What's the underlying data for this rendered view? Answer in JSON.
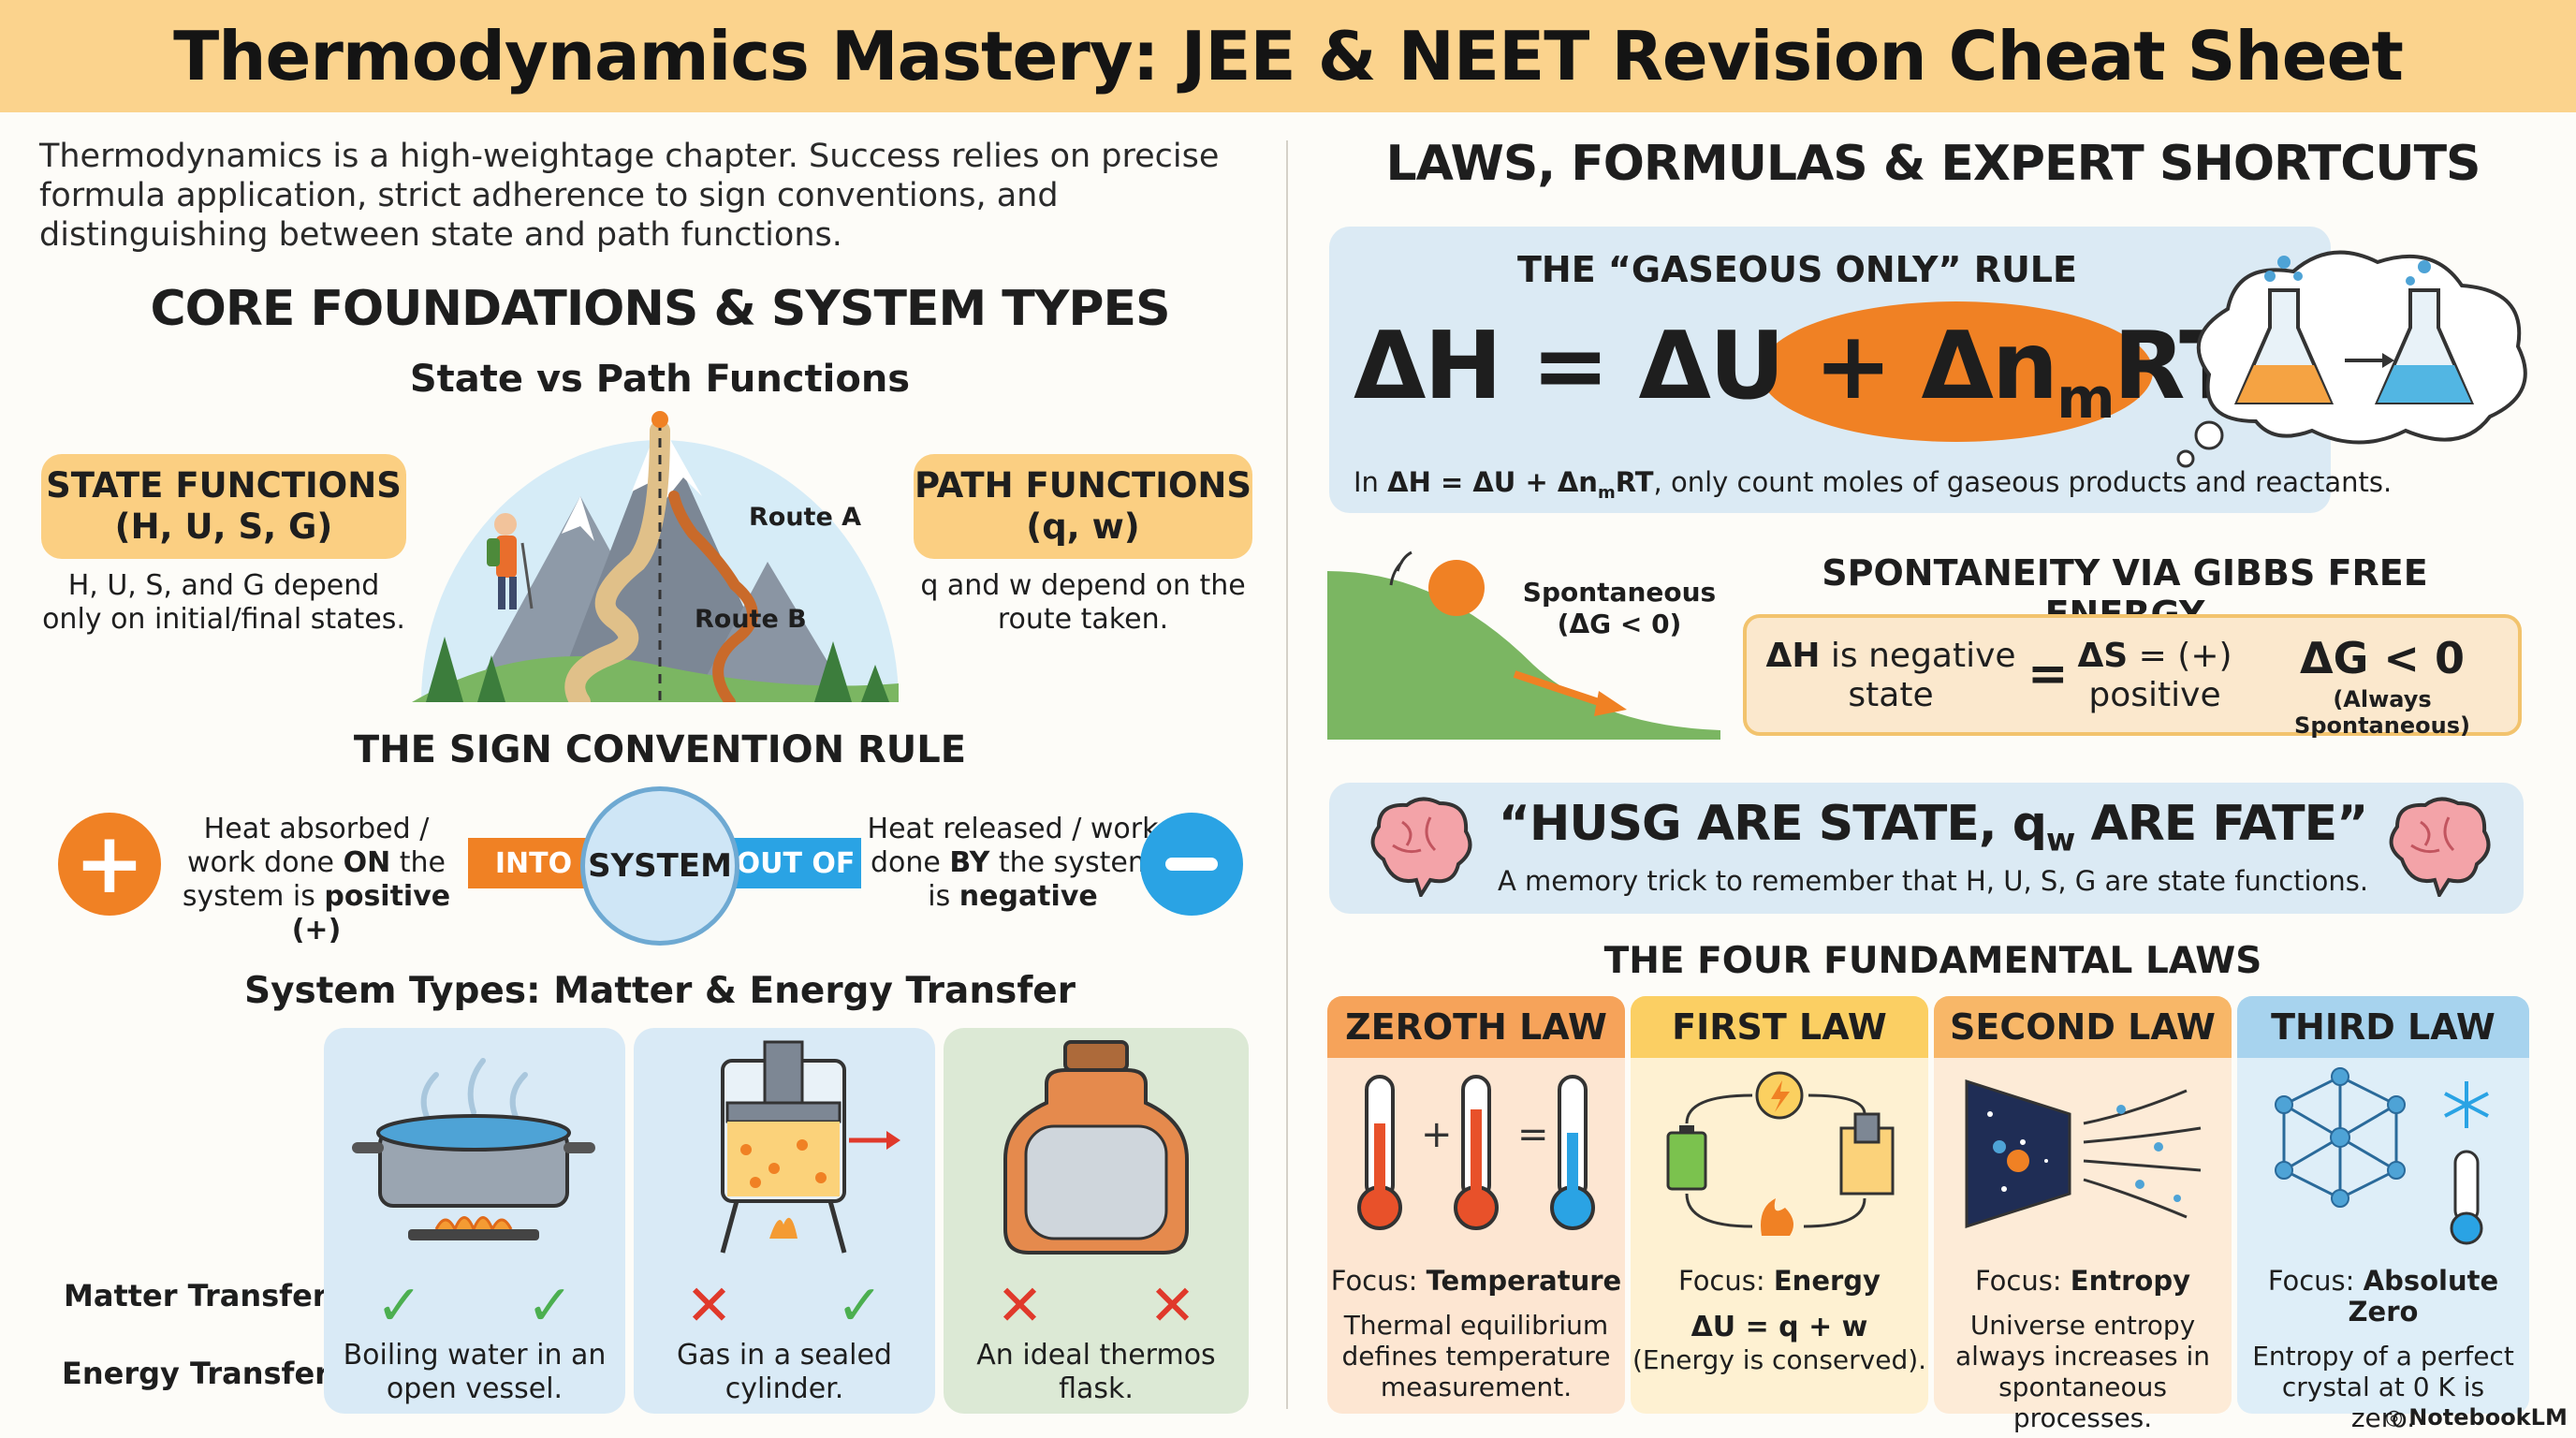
{
  "title": "Thermodynamics Mastery: JEE & NEET Revision Cheat Sheet",
  "intro": "Thermodynamics is a high-weightage chapter. Success relies on precise formula application, strict adherence to sign conventions, and distinguishing between state and path functions.",
  "left": {
    "heading": "CORE FOUNDATIONS & SYSTEM TYPES",
    "state_path_heading": "State vs Path Functions",
    "state_functions": {
      "title": "STATE FUNCTIONS",
      "symbols": "(H, U, S, G)",
      "desc": "H, U, S, and G depend only on initial/final states."
    },
    "path_functions": {
      "title": "PATH FUNCTIONS",
      "symbols": "(q, w)",
      "desc": "q and w depend on the route taken."
    },
    "route_a": "Route A",
    "route_b": "Route B",
    "sign_heading": "THE SIGN CONVENTION RULE",
    "sign_positive_text_1": "Heat absorbed / work done ",
    "sign_positive_bold_1": "ON",
    "sign_positive_text_2": " the system is ",
    "sign_positive_bold_2": "positive (+)",
    "into_label": "INTO",
    "system_label": "SYSTEM",
    "out_of_label": "OUT OF",
    "sign_negative_text_1": "Heat released / work done ",
    "sign_negative_bold_1": "BY",
    "sign_negative_text_2": " the system is ",
    "sign_negative_bold_2": "negative",
    "system_types_heading": "System Types: Matter & Energy Transfer",
    "matter_transfer_label": "Matter Transfer",
    "energy_transfer_label": "Energy Transfer",
    "systems": [
      {
        "caption": "Boiling water in an open vessel.",
        "matter": "yes",
        "energy": "yes"
      },
      {
        "caption": "Gas in a sealed cylinder.",
        "matter": "no",
        "energy": "yes"
      },
      {
        "caption": "An ideal thermos flask.",
        "matter": "no",
        "energy": "no"
      }
    ]
  },
  "right": {
    "heading": "LAWS, FORMULAS & EXPERT SHORTCUTS",
    "gaseous_rule_title": "THE “GASEOUS ONLY” RULE",
    "formula_left": "ΔH = ΔU + ",
    "formula_dn": "Δn",
    "formula_sub": "m",
    "formula_rt": "RT",
    "gaseous_note_1": "In ",
    "gaseous_note_bold": "ΔH = ΔU + Δn",
    "gaseous_note_sub": "m",
    "gaseous_note_bold_2": "RT",
    "gaseous_note_2": ", only count moles of gaseous products and reactants.",
    "spontaneous_label_1": "Spontaneous",
    "spontaneous_label_2": "(ΔG < 0)",
    "gibbs_heading": "SPONTANEITY VIA GIBBS FREE ENERGY",
    "gibbs_dh_bold": "ΔH",
    "gibbs_dh_text": " is negative state",
    "gibbs_equals": "=",
    "gibbs_ds_bold": "ΔS",
    "gibbs_ds_text": " = (+) positive",
    "gibbs_dg": "ΔG < 0",
    "gibbs_always": "(Always Spontaneous)",
    "mnemonic_main": "“HUSG ARE STATE, q",
    "mnemonic_sub": "w",
    "mnemonic_end": " ARE FATE”",
    "mnemonic_desc": "A memory trick to remember that H, U, S, G are state functions.",
    "laws_heading": "THE FOUR FUNDAMENTAL LAWS",
    "laws": [
      {
        "name": "ZEROTH LAW",
        "focus_prefix": "Focus: ",
        "focus": "Temperature",
        "desc": "Thermal equilibrium defines temperature measurement.",
        "color": "#f6a35a",
        "bg": "#fde6d2"
      },
      {
        "name": "FIRST LAW",
        "focus_prefix": "Focus: ",
        "focus": "Energy",
        "formula": "ΔU = q + w",
        "desc": "(Energy is conserved).",
        "color": "#fbcf63",
        "bg": "#fef1d2"
      },
      {
        "name": "SECOND LAW",
        "focus_prefix": "Focus: ",
        "focus": "Entropy",
        "desc": "Universe entropy always increases in spontaneous processes.",
        "color": "#f8b768",
        "bg": "#fdebd7"
      },
      {
        "name": "THIRD LAW",
        "focus_prefix": "Focus: ",
        "focus": "Absolute Zero",
        "desc": "Entropy of a perfect crystal at 0 K is zero.",
        "color": "#a7d3ee",
        "bg": "#deeef8"
      }
    ]
  },
  "footer_brand": "NotebookLM",
  "colors": {
    "orange": "#f08124",
    "blue": "#2aa3e4",
    "panel_blue": "#dbeaf4",
    "pill": "#fbcf82",
    "title_bar": "#fbd38d",
    "green_check": "#4caf50",
    "red_cross": "#e0392b"
  }
}
